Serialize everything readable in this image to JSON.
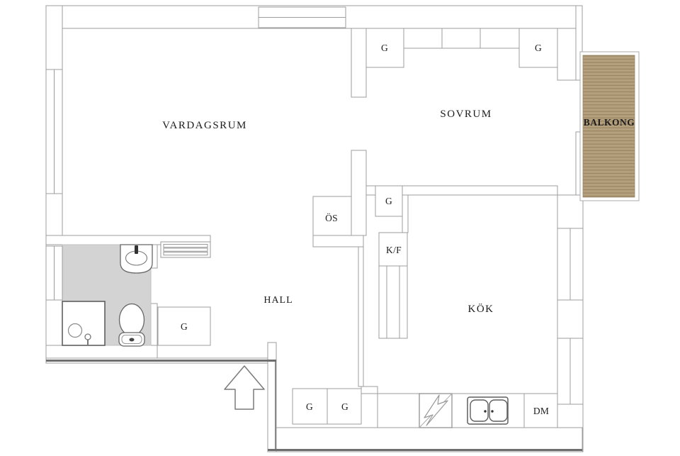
{
  "plan": {
    "rooms": [
      {
        "id": "vardagsrum",
        "label": "VARDAGSRUM"
      },
      {
        "id": "sovrum",
        "label": "SOVRUM"
      },
      {
        "id": "kok",
        "label": "KÖK"
      },
      {
        "id": "hall",
        "label": "HALL"
      },
      {
        "id": "balkong",
        "label": "BALKONG"
      }
    ],
    "closets": [
      {
        "location": "sovrum-top-left",
        "label": "G"
      },
      {
        "location": "sovrum-top-right",
        "label": "G"
      },
      {
        "location": "sovrum-south",
        "label": "G"
      },
      {
        "location": "hall-by-bathroom",
        "label": "G"
      },
      {
        "location": "entry-left",
        "label": "G"
      },
      {
        "location": "entry-right",
        "label": "G"
      }
    ],
    "fixtures": {
      "fireplace_label": "ÖS",
      "fridge_freezer_label": "K/F",
      "dishwasher_label": "DM"
    },
    "icons": {
      "entrance_arrow": "up-arrow-outline"
    }
  },
  "colors": {
    "background": "#ffffff",
    "wall_line": "#9d9d9d",
    "wall_dark": "#6f6f6f",
    "bathroom_floor": "#d3d3d3",
    "balcony_wood": "#b5a07e",
    "balcony_plank": "#8f7b59",
    "balcony_text": "#33281a",
    "text": "#1c1c1c"
  }
}
